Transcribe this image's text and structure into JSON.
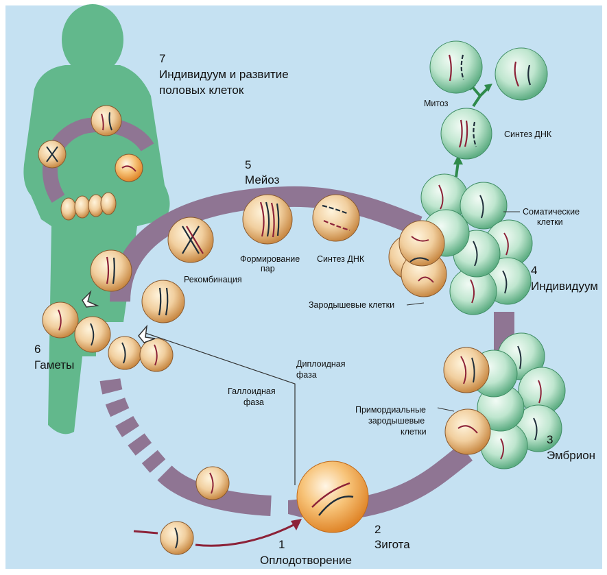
{
  "labels": {
    "stage7_num": "7",
    "stage7_line1": "Индивидуум и развитие",
    "stage7_line2": "половых клеток",
    "stage5_num": "5",
    "stage5_name": "Мейоз",
    "stage4_num": "4",
    "stage4_name": "Индивидуум",
    "stage3_num": "3",
    "stage3_name": "Эмбрион",
    "stage2_num": "2",
    "stage2_name": "Зигота",
    "stage1_num": "1",
    "stage1_name": "Оплодотворение",
    "stage6_num": "6",
    "stage6_name": "Гаметы",
    "mitosis": "Митоз",
    "dna_synthesis_top": "Синтез ДНК",
    "somatic_1": "Соматические",
    "somatic_2": "клетки",
    "pairing_1": "Формирование",
    "pairing_2": "пар",
    "dna_synthesis_mid": "Синтез ДНК",
    "recombination": "Рекомбинация",
    "germ_cells": "Зародышевые клетки",
    "diploid_1": "Диплоидная",
    "diploid_2": "фаза",
    "haploid_1": "Галлоидная",
    "haploid_2": "фаза",
    "primordial_1": "Примордиальные",
    "primordial_2": "зародышевые",
    "primordial_3": "клетки"
  },
  "colors": {
    "background": "#c5e1f2",
    "figure": "#62b88c",
    "cycle_band": "#8f7593",
    "germ_cell": "#e8b983",
    "somatic_cell": "#a8dbbf",
    "zygote": "#f3a542",
    "arrow_green": "#2e8a4a",
    "arrow_red": "#8c2238"
  }
}
